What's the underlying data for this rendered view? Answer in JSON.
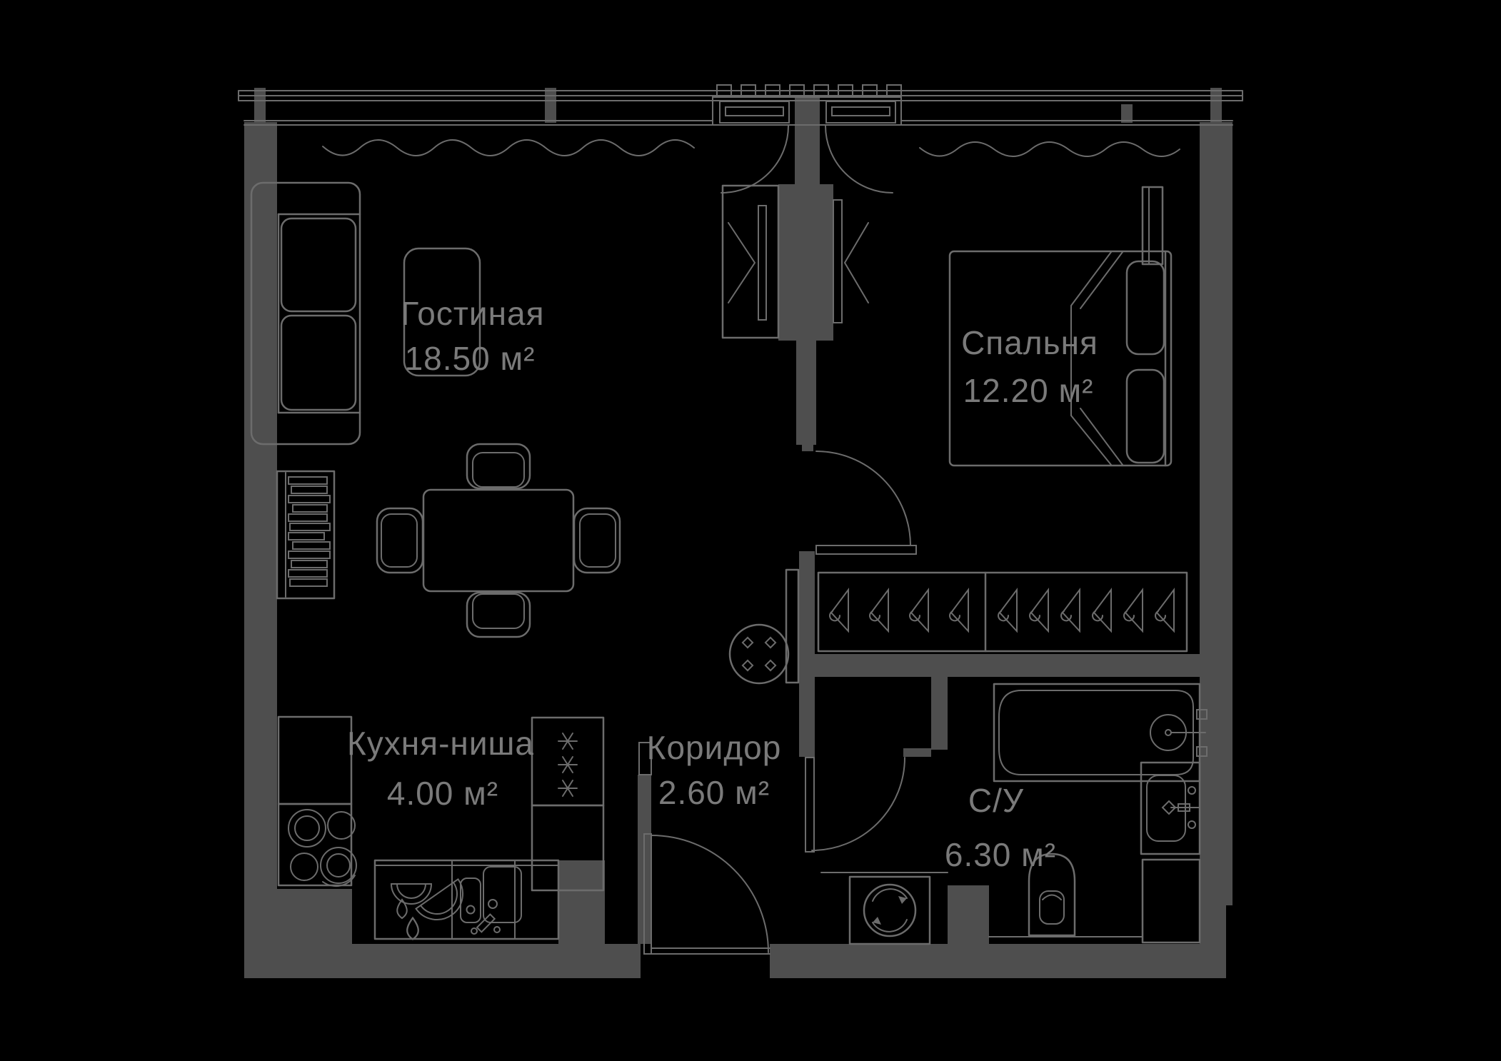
{
  "plan": {
    "title": "apartment-floor-plan",
    "rooms": {
      "living": {
        "name": "Гостиная",
        "area": "18.50 м²"
      },
      "bedroom": {
        "name": "Спальня",
        "area": "12.20 м²"
      },
      "kitchen": {
        "name": "Кухня-ниша",
        "area": "4.00 м²"
      },
      "corridor": {
        "name": "Коридор",
        "area": "2.60 м²"
      },
      "bathroom": {
        "name": "С/У",
        "area": "6.30 м²"
      }
    },
    "colors": {
      "background": "#000000",
      "wall": "#4e4e4e",
      "line": "#6c6c6c",
      "label": "#7a7a7a"
    },
    "furniture": [
      "sofa",
      "coffee-table",
      "bookshelf",
      "dining-table",
      "dining-chairs",
      "tv-unit",
      "wall-tv",
      "double-bed",
      "pillows",
      "wardrobe-hangers",
      "console-table",
      "round-table",
      "kitchen-cabinet",
      "stove",
      "fridge-freezer",
      "kitchen-sink",
      "washing-machine",
      "bathtub",
      "toilet",
      "bathroom-sink",
      "balcony-doors",
      "entrance-door",
      "curtains"
    ]
  }
}
